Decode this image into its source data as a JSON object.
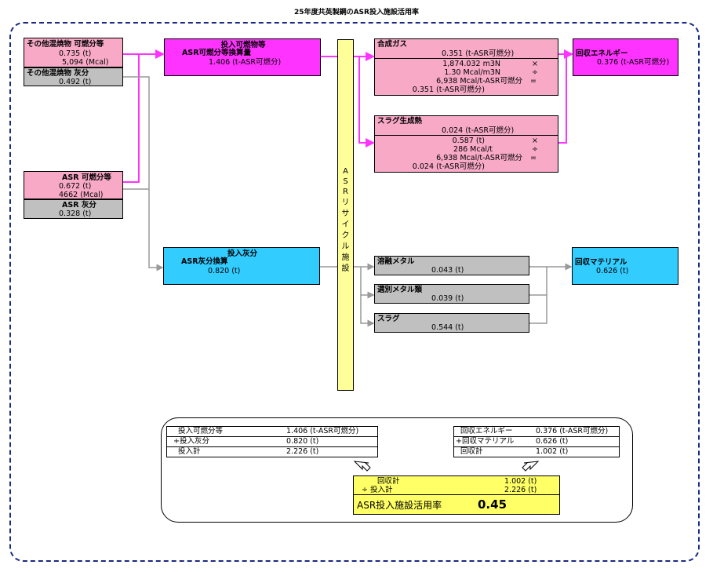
{
  "title": "25年度共英製鋼のASR投入施設活用率",
  "other_combustible": {
    "label": "その他混焼物 可燃分等",
    "ton": "0.735  (t)",
    "mcal": "5,094  (Mcal)"
  },
  "other_ash": {
    "label": "その他混焼物 灰分",
    "ton": "0.492  (t)"
  },
  "asr_combustible": {
    "label": "ASR 可燃分等",
    "ton": "0.672  (t)",
    "mcal": "4662  (Mcal)"
  },
  "asr_ash": {
    "label": "ASR 灰分",
    "ton": "0.328  (t)"
  },
  "input_combustible": {
    "label1": "投入可燃物等",
    "label2": "ASR可燃分等換算量",
    "value": "1.406  (t-ASR可燃分)"
  },
  "input_ash": {
    "label1": "投入灰分",
    "label2": "ASR灰分換算",
    "value": "0.820  (t)"
  },
  "facility": {
    "chars": [
      "A",
      "S",
      "R",
      "リ",
      "サ",
      "イ",
      "ク",
      "ル",
      "施",
      "設"
    ]
  },
  "synthesis_gas": {
    "label": "合成ガス",
    "value": "0.351  (t-ASR可燃分)",
    "rows": [
      {
        "value": "1,874.032  m3N",
        "op": "×"
      },
      {
        "value": "1.30  Mcal/m3N",
        "op": "÷"
      },
      {
        "value": "6,938  Mcal/t-ASR可燃分",
        "op": "="
      },
      {
        "value": "0.351  (t-ASR可燃分)",
        "op": ""
      }
    ]
  },
  "slag_heat": {
    "label": "スラグ生成熱",
    "value": "0.024  (t-ASR可燃分)",
    "rows": [
      {
        "value": "0.587  (t)",
        "op": "×"
      },
      {
        "value": "286  Mcal/t",
        "op": "÷"
      },
      {
        "value": "6,938  Mcal/t-ASR可燃分",
        "op": "="
      },
      {
        "value": "0.024  (t-ASR可燃分)",
        "op": ""
      }
    ]
  },
  "recovered_energy": {
    "label": "回収エネルギー",
    "value": "0.376  (t-ASR可燃分)"
  },
  "molten_metal": {
    "label": "溶融メタル",
    "value": "0.043  (t)"
  },
  "sorted_metal": {
    "label": "選別メタル類",
    "value": "0.039  (t)"
  },
  "slag": {
    "label": "スラグ",
    "value": "0.544  (t)"
  },
  "recovered_material": {
    "label": "回収マテリアル",
    "value": "0.626  (t)"
  },
  "summary_left": [
    {
      "label": "投入可燃分等",
      "value": "1.406  (t-ASR可燃分)"
    },
    {
      "label": "+投入灰分",
      "value": "0.820  (t)"
    },
    {
      "label": "投入計",
      "value": "2.226  (t)"
    }
  ],
  "summary_right": [
    {
      "label": "回収エネルギー",
      "value": "0.376  (t-ASR可燃分)"
    },
    {
      "label": "+回収マテリアル",
      "value": "0.626  (t)"
    },
    {
      "label": "回収計",
      "value": "1.002  (t)"
    }
  ],
  "result": {
    "recovered_label": "回収計",
    "recovered_value": "1.002  (t)",
    "input_label": "÷ 投入計",
    "input_value": "2.226  (t)",
    "rate_label": "ASR投入施設活用率",
    "rate_value": "0.45"
  },
  "colors": {
    "pink": "#f7a9c6",
    "magenta": "#ff33ff",
    "cyan": "#33ccff",
    "gray": "#c0c0c0",
    "yellow": "#ffff66",
    "frame": "#1a2a80"
  }
}
